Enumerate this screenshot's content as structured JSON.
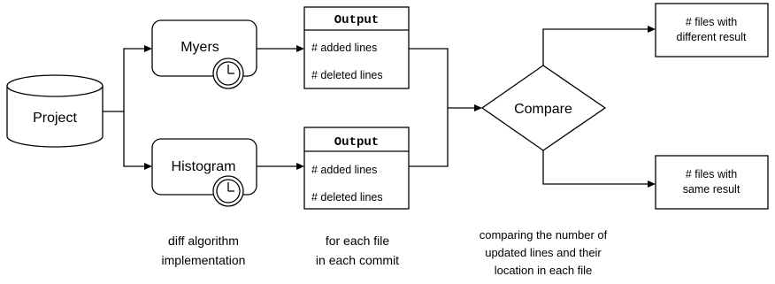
{
  "nodes": {
    "project": "Project",
    "myers": "Myers",
    "histogram": "Histogram",
    "output_top": {
      "header": "Output",
      "row1": "# added lines",
      "row2": "# deleted lines"
    },
    "output_bottom": {
      "header": "Output",
      "row1": "# added lines",
      "row2": "# deleted lines"
    },
    "compare": "Compare",
    "result_different": {
      "line1": "# files with",
      "line2": "different result"
    },
    "result_same": {
      "line1": "# files with",
      "line2": "same result"
    }
  },
  "captions": {
    "algorithm": {
      "line1": "diff algorithm",
      "line2": "implementation"
    },
    "per_file": {
      "line1": "for each file",
      "line2": "in each commit"
    },
    "comparison": {
      "line1": "comparing the number of",
      "line2": "updated lines and their",
      "line3": "location in each file"
    }
  },
  "icons": {
    "process_badge": "clock-icon",
    "project_shape": "database-cylinder-icon",
    "compare_shape": "decision-diamond-icon"
  }
}
